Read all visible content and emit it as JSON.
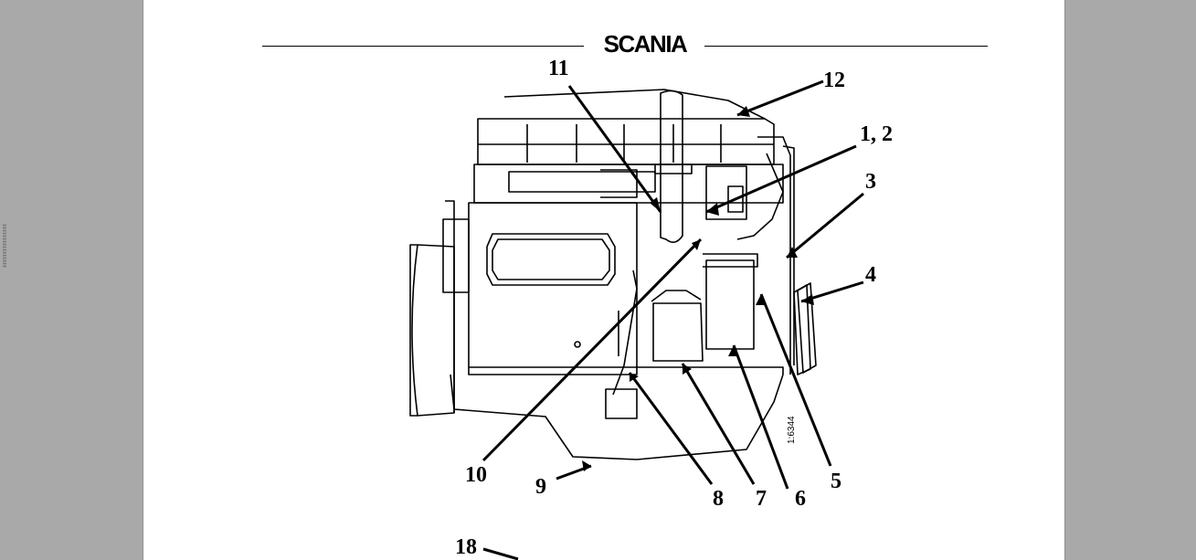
{
  "document": {
    "brand": "SCANIA",
    "figure_code": "1:6344",
    "callouts": [
      "11",
      "12",
      "1, 2",
      "3",
      "4",
      "5",
      "6",
      "7",
      "8",
      "9",
      "10",
      "18"
    ]
  }
}
